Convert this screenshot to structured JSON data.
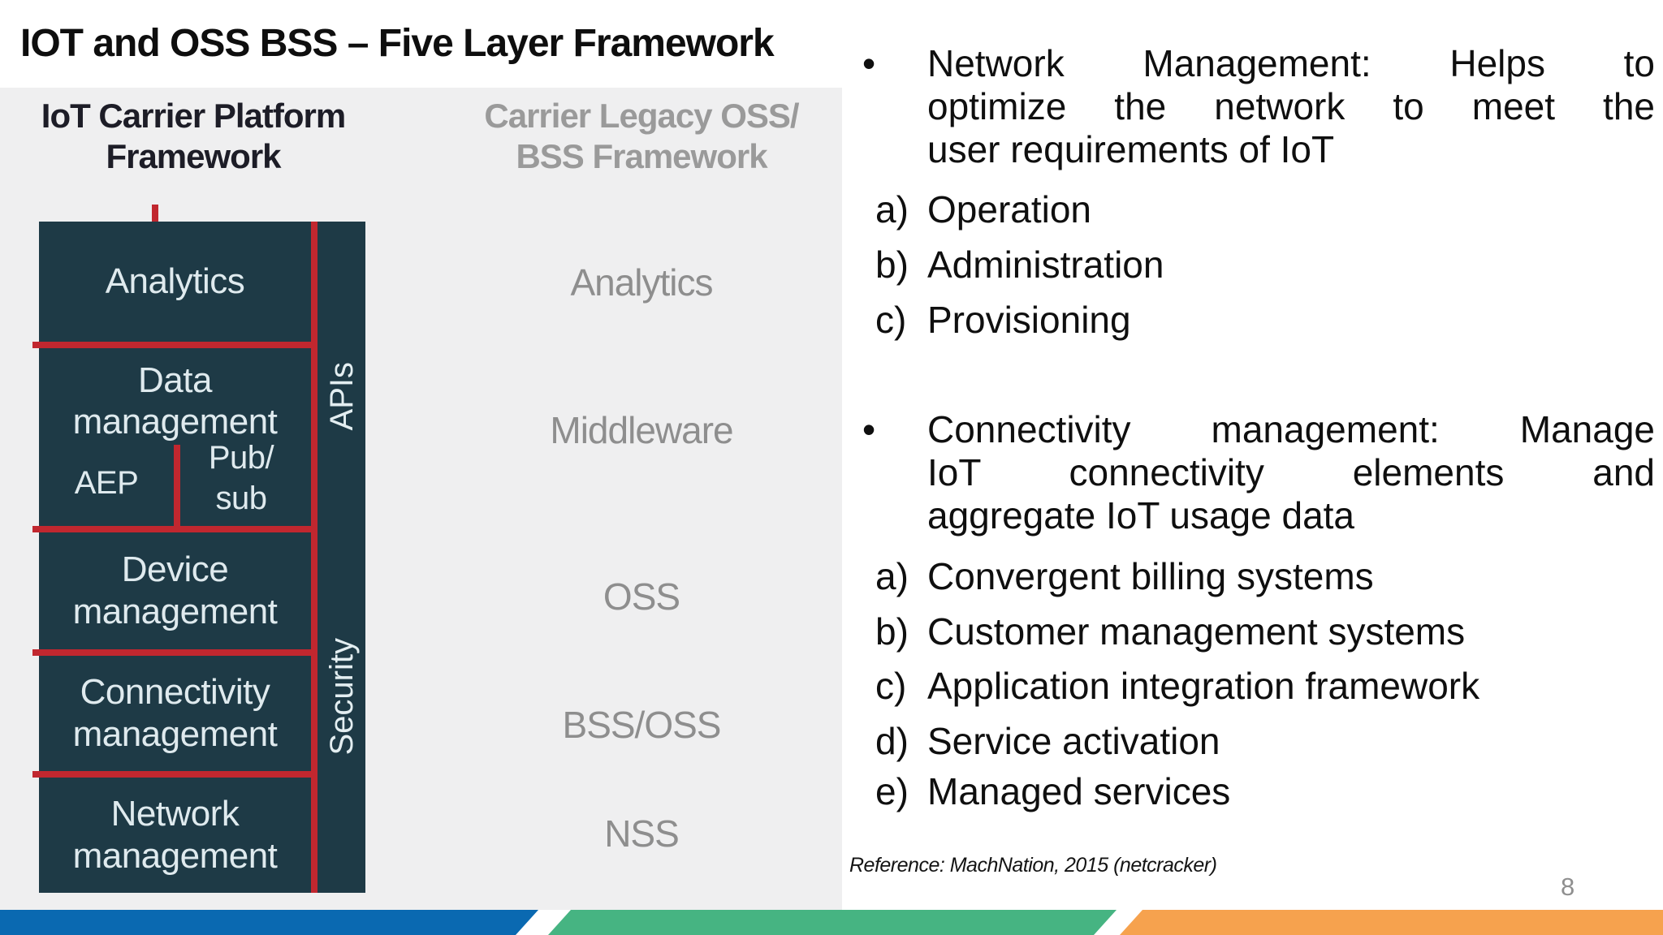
{
  "slide": {
    "title": "IOT and OSS BSS – Five Layer Framework"
  },
  "diagram": {
    "panel_color": "#efeff0",
    "left_header": {
      "line1": "IoT Carrier Platform",
      "line2": "Framework"
    },
    "right_header": {
      "line1": "Carrier Legacy OSS/",
      "line2": "BSS Framework"
    },
    "stack": {
      "box_color": "#1e3a46",
      "divider_color": "#c1272f",
      "text_color": "#dfeaee",
      "analytics": "Analytics",
      "data": {
        "line1": "Data",
        "line2": "management",
        "aep": "AEP",
        "pubsub_line1": "Pub/",
        "pubsub_line2": "sub"
      },
      "device": {
        "line1": "Device",
        "line2": "management"
      },
      "connectivity": {
        "line1": "Connectivity",
        "line2": "management"
      },
      "network": {
        "line1": "Network",
        "line2": "management"
      },
      "side": {
        "apis": "APIs",
        "security": "Security"
      }
    },
    "legacy_labels": {
      "analytics": "Analytics",
      "middleware": "Middleware",
      "oss": "OSS",
      "bss_oss": "BSS/OSS",
      "nss": "NSS"
    },
    "legacy_text_color": "#8e8e8e"
  },
  "content": {
    "bullets": [
      {
        "marker": "•",
        "lines": [
          "Network Management: Helps to",
          "optimize the network to meet the",
          "user requirements of IoT"
        ],
        "items": [
          {
            "label": "a)",
            "text": "Operation"
          },
          {
            "label": "b)",
            "text": "Administration"
          },
          {
            "label": "c)",
            "text": "Provisioning"
          }
        ]
      },
      {
        "marker": "•",
        "lines": [
          "Connectivity management: Manage",
          "IoT connectivity elements and",
          "aggregate IoT usage data"
        ],
        "items": [
          {
            "label": "a)",
            "text": "Convergent billing systems"
          },
          {
            "label": "b)",
            "text": "Customer management systems"
          },
          {
            "label": "c)",
            "text": "Application integration framework"
          },
          {
            "label": "d)",
            "text": "Service activation"
          },
          {
            "label": "e)",
            "text": "Managed services"
          }
        ]
      }
    ]
  },
  "footer": {
    "reference": "Reference: MachNation, 2015 (netcracker)",
    "page_number": "8",
    "bar_colors": {
      "blue": "#0a69b1",
      "green": "#46b482",
      "orange": "#f6a24e"
    }
  }
}
